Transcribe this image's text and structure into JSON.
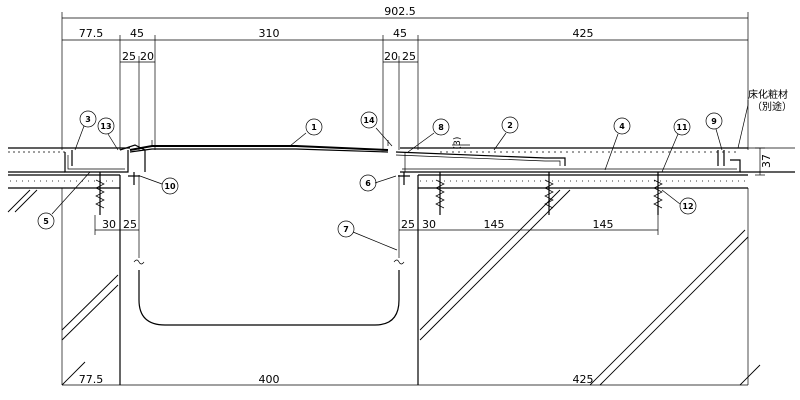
{
  "dimensions": {
    "overall": "902.5",
    "top": [
      "77.5",
      "45",
      "310",
      "45",
      "425"
    ],
    "top_sub": [
      "25",
      "20",
      "20",
      "25"
    ],
    "mid": [
      "30",
      "25",
      "25",
      "30",
      "145",
      "145"
    ],
    "right_height": "37",
    "gap_mark": "(3)",
    "bottom": [
      "77.5",
      "400",
      "425"
    ]
  },
  "note": {
    "line1": "床化粧材",
    "line2": "（別途）"
  },
  "callouts": [
    "1",
    "2",
    "3",
    "4",
    "5",
    "6",
    "7",
    "8",
    "9",
    "10",
    "11",
    "12",
    "13",
    "14"
  ]
}
